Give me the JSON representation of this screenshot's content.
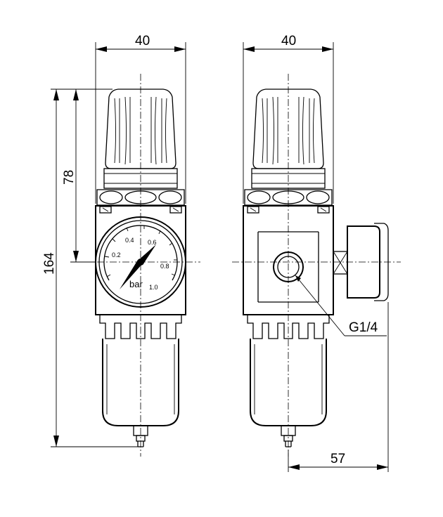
{
  "dimensions": {
    "width_left": "40",
    "width_right": "40",
    "height_upper": "78",
    "height_total": "164",
    "gauge_offset": "57"
  },
  "port_label": "G1/4",
  "gauge": {
    "unit": "bar",
    "scale_labels": [
      "0.2",
      "0.4",
      "0.6",
      "0.8",
      "1.0"
    ]
  }
}
